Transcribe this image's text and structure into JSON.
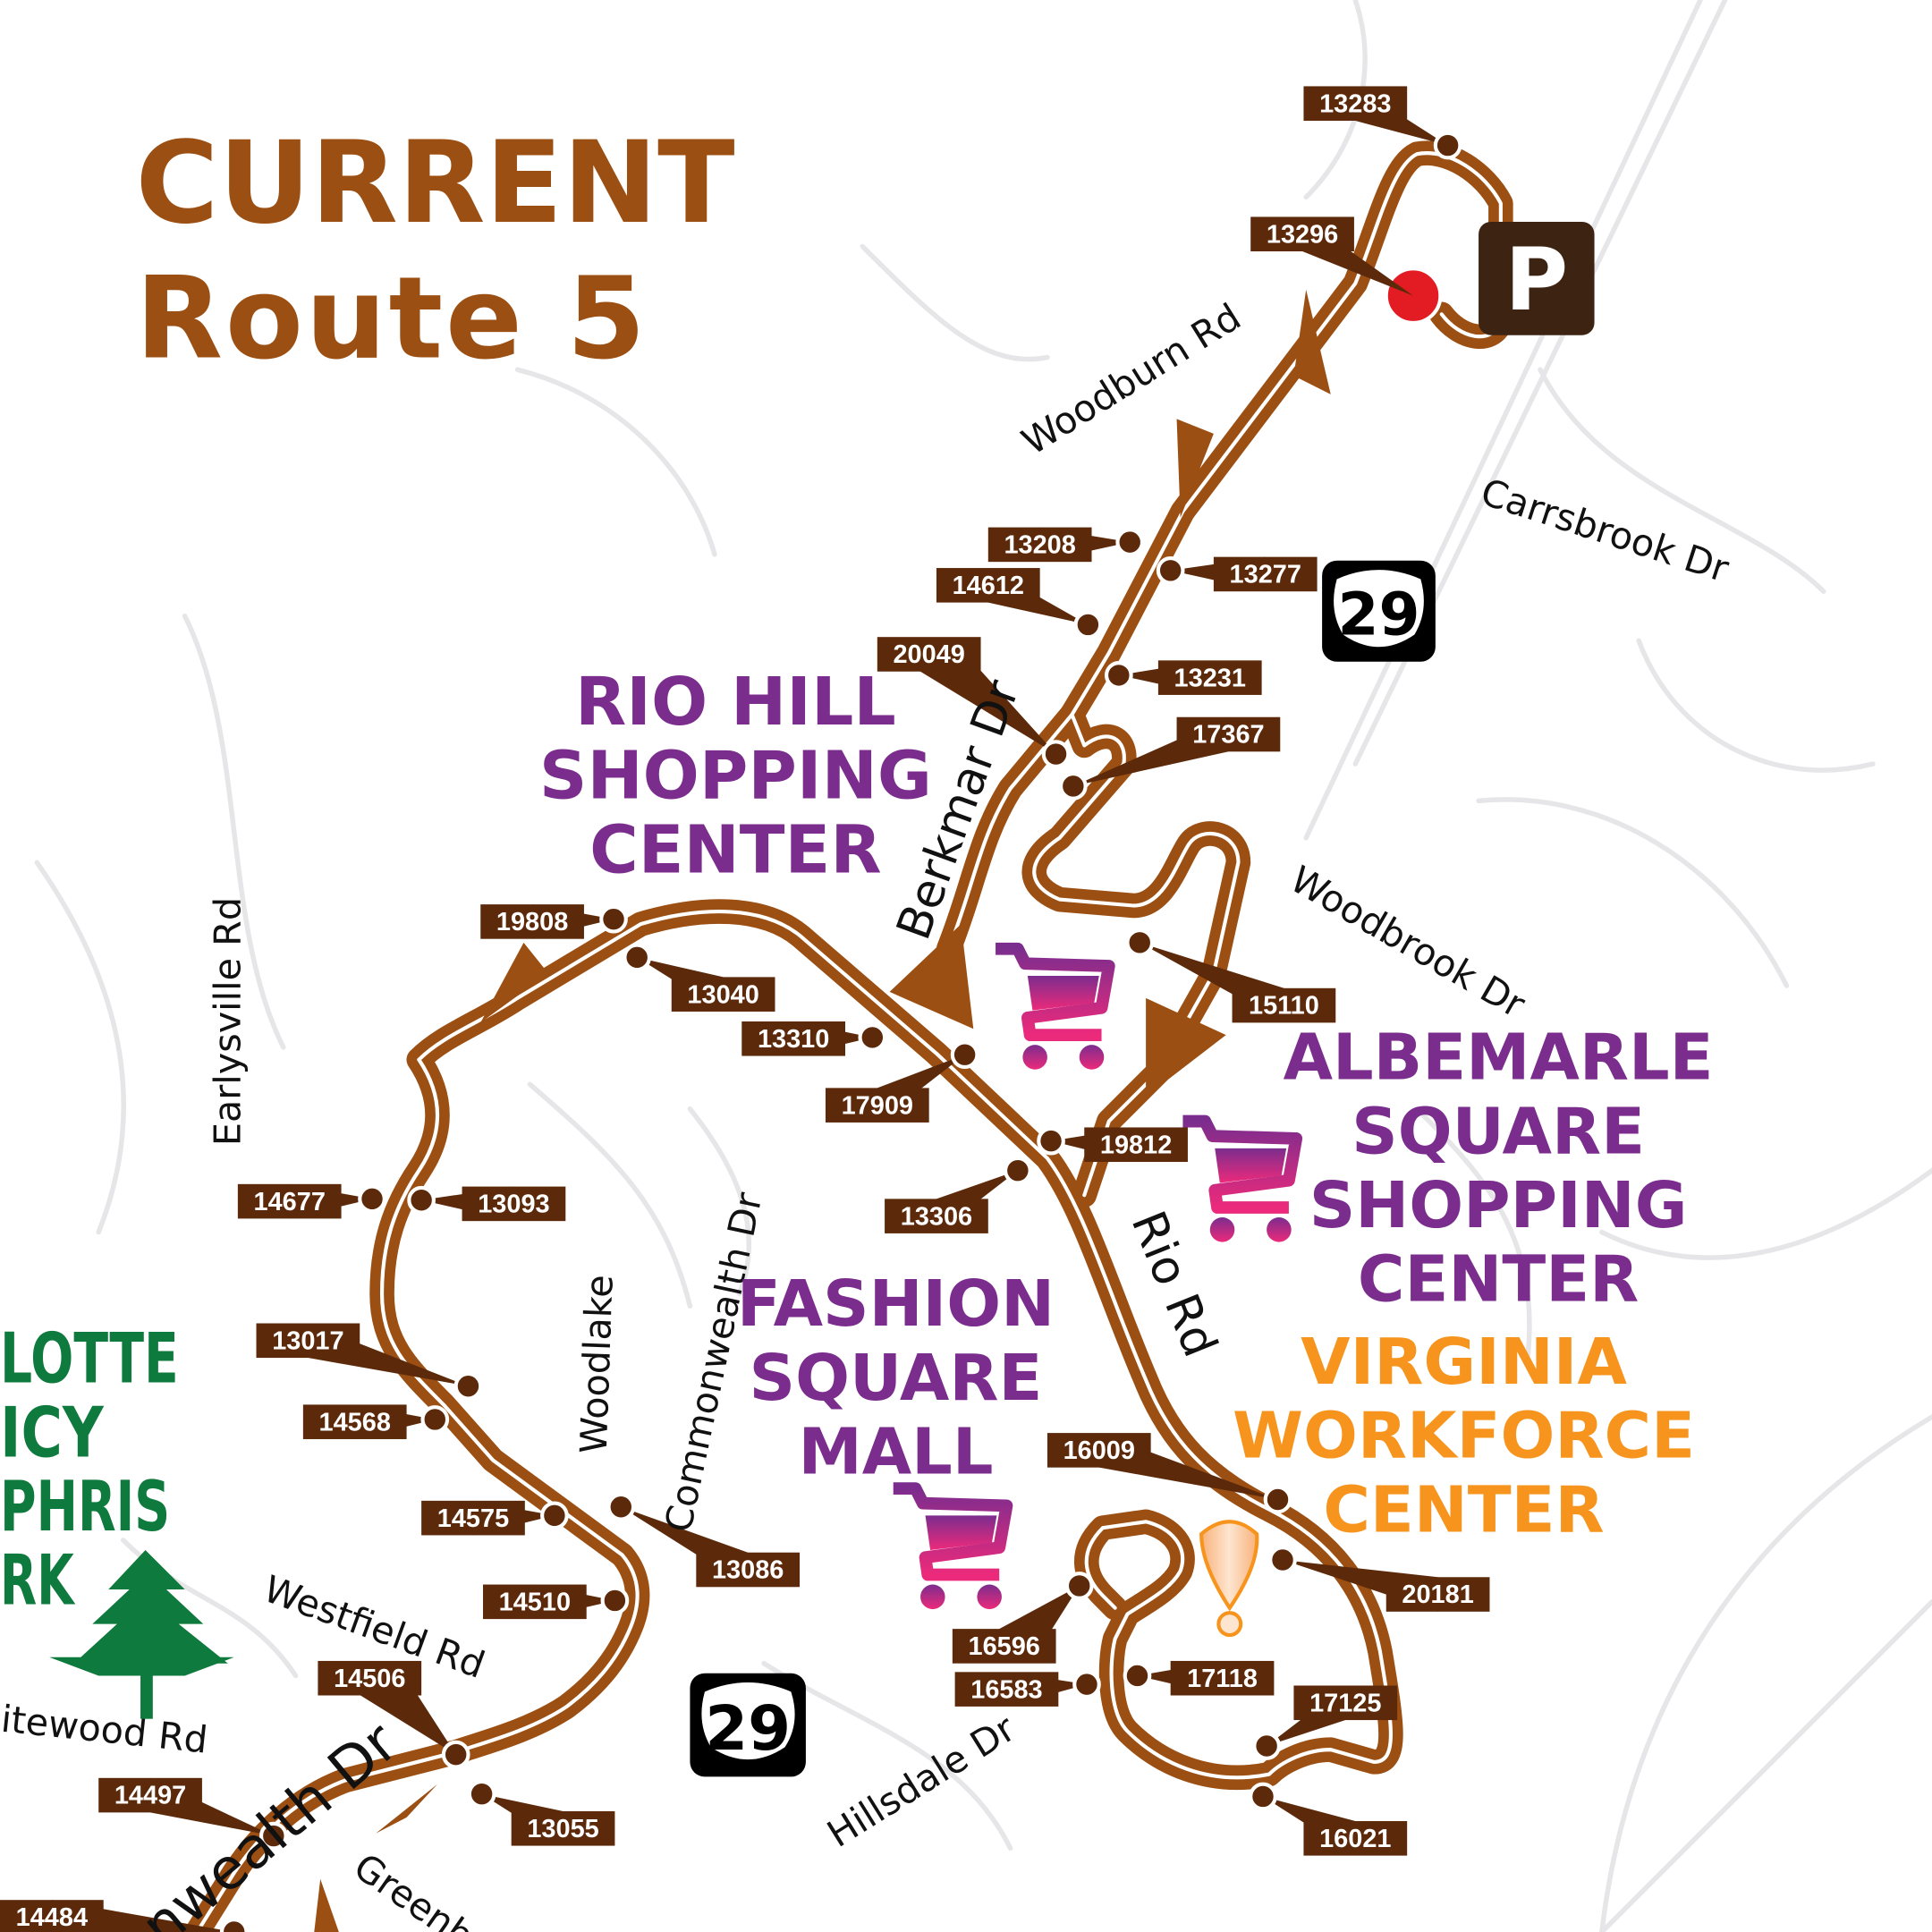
{
  "title": {
    "line1": "CURRENT",
    "line2": "Route 5"
  },
  "colors": {
    "route": "#9c4f12",
    "stop_label": "#5c2a0a",
    "shopping": "#7b2d8e",
    "workforce": "#f7941d",
    "park": "#0f7a3d",
    "terminal": "#e31b23"
  },
  "places": {
    "rio_hill": [
      "RIO HILL",
      "SHOPPING",
      "CENTER"
    ],
    "albemarle": [
      "ALBEMARLE",
      "SQUARE",
      "SHOPPING",
      "CENTER"
    ],
    "fashion": [
      "FASHION",
      "SQUARE",
      "MALL"
    ],
    "workforce": [
      "VIRGINIA",
      "WORKFORCE",
      "CENTER"
    ],
    "park": [
      "LOTTE",
      "ICY",
      "PHRIS",
      "RK"
    ]
  },
  "streets": {
    "woodburn": "Woodburn Rd",
    "carrsbrook": "Carrsbrook Dr",
    "berkmar": "Berkmar Dr",
    "woodbrook": "Woodbrook Dr",
    "earlysville": "Earlysville Rd",
    "rio": "Rio Rd",
    "woodlake": "Woodlake",
    "commonwealth": "Commonwealth Dr",
    "westfield": "Westfield Rd",
    "whitewood": "itewood Rd",
    "commonwealth2": "nwealth Dr",
    "hillsdale": "Hillsdale Dr",
    "green": "Greenb"
  },
  "highway": {
    "shield1": "29",
    "shield2": "29"
  },
  "parking": {
    "label": "P",
    "icon": "parking-icon"
  },
  "icons": {
    "shopping": "shopping-cart-icon",
    "workforce": "map-pin-icon",
    "park": "pine-tree-icon"
  },
  "stops": [
    "13283",
    "13296",
    "13208",
    "14612",
    "13277",
    "20049",
    "13231",
    "17367",
    "19808",
    "13040",
    "13310",
    "17909",
    "15110",
    "19812",
    "13306",
    "14677",
    "13093",
    "13017",
    "14568",
    "14575",
    "13086",
    "14510",
    "16009",
    "20181",
    "16596",
    "16583",
    "17118",
    "17125",
    "16021",
    "14506",
    "13055",
    "14497",
    "14484"
  ]
}
